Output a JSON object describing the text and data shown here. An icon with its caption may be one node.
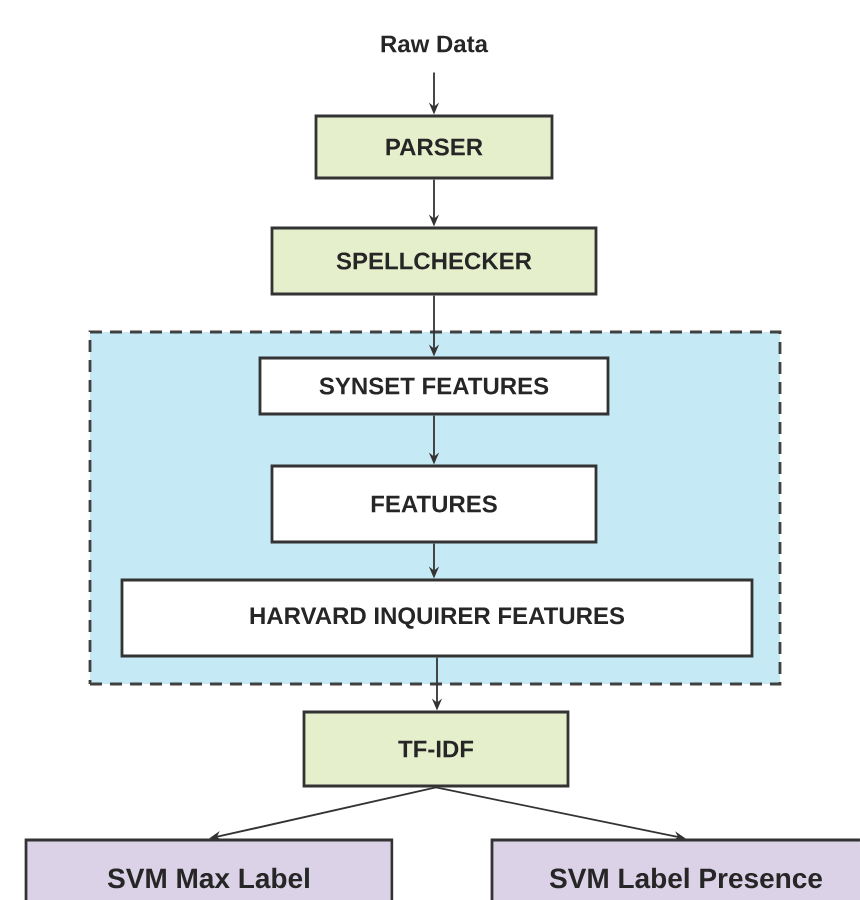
{
  "diagram": {
    "nodes": [
      {
        "text": [
          "Raw Data"
        ]
      },
      {
        "text": [
          "PARSER"
        ]
      },
      {
        "text": [
          "SPELLCHECKER"
        ]
      },
      {
        "text": [],
        "shape": "box"
      },
      {
        "text": [
          "SYNSET FEATURES"
        ],
        "in": 3
      },
      {
        "text": [
          "FEATURES"
        ],
        "in": 3
      },
      {
        "text": [
          "HARVARD INQUIRER FEATURES"
        ],
        "in": 3
      },
      {
        "text": [
          "TF-IDF"
        ]
      },
      {
        "text": [
          "SVM Max Label"
        ]
      },
      {
        "text": [
          "SVM Label Presence"
        ]
      }
    ],
    "edges": [
      {
        "from": 0,
        "to": 1,
        "arrow": "to"
      },
      {
        "from": 1,
        "to": 2,
        "arrow": "to"
      },
      {
        "from": 2,
        "to": 4,
        "arrow": "to"
      },
      {
        "from": 4,
        "to": 5,
        "arrow": "to"
      },
      {
        "from": 5,
        "to": 6,
        "arrow": "to"
      },
      {
        "from": 6,
        "to": 7,
        "arrow": "to"
      },
      {
        "from": 7,
        "to": 8,
        "arrow": "to"
      },
      {
        "from": 7,
        "to": 9,
        "arrow": "to"
      }
    ]
  }
}
